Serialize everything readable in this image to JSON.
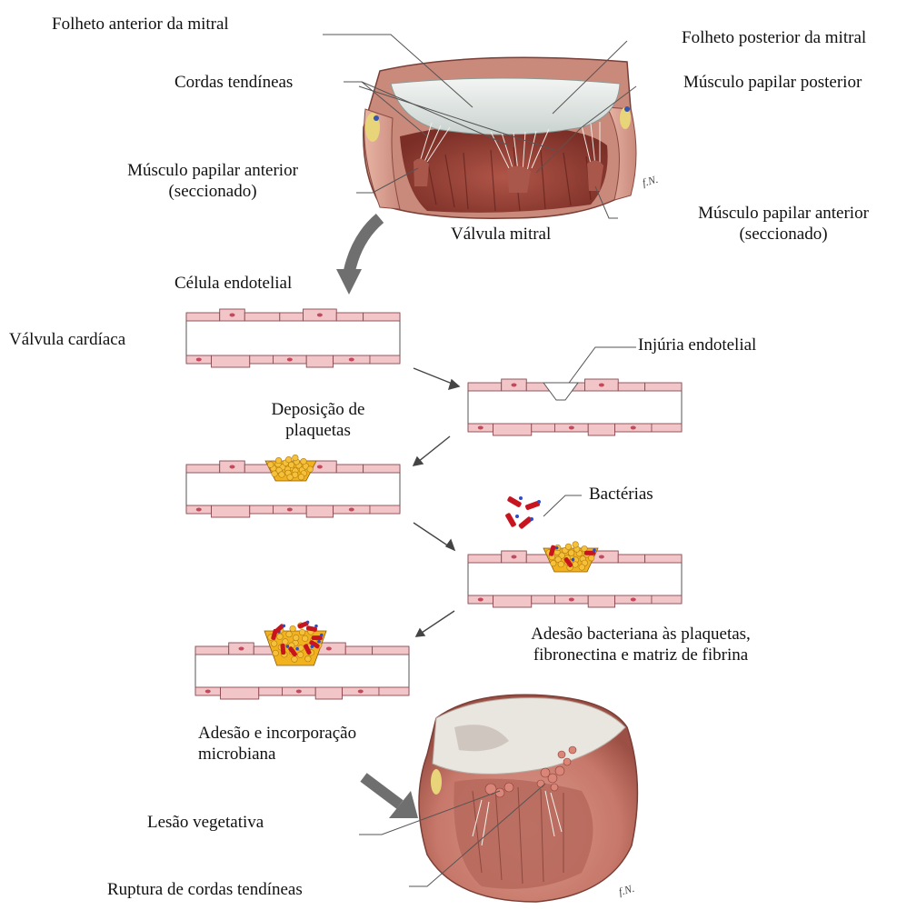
{
  "labels": {
    "anterior_leaflet": "Folheto anterior da mitral",
    "posterior_leaflet": "Folheto posterior da mitral",
    "chordae": "Cordas tendíneas",
    "post_papillary": "Músculo papilar posterior",
    "ant_papillary_left_1": "Músculo papilar anterior",
    "ant_papillary_left_2": "(seccionado)",
    "ant_papillary_right_1": "Músculo papilar anterior",
    "ant_papillary_right_2": "(seccionado)",
    "mitral_valve": "Válvula mitral",
    "endothelial_cell": "Célula endotelial",
    "heart_valve": "Válvula cardíaca",
    "endothelial_injury": "Injúria endotelial",
    "platelet_1": "Deposição de",
    "platelet_2": "plaquetas",
    "bacteria": "Bactérias",
    "adhesion_1": "Adesão bacteriana às plaquetas,",
    "adhesion_2": "fibronectina e matriz de fibrina",
    "microbial_1": "Adesão e incorporação",
    "microbial_2": "microbiana",
    "vegetative": "Lesão vegetativa",
    "rupture": "Ruptura de cordas tendíneas"
  },
  "colors": {
    "cell_fill": "#f2c6c8",
    "cell_stroke": "#8a4a52",
    "nucleus": "#c24a5c",
    "platelet": "#f2b21e",
    "bacteria": "#c8141e",
    "arrow_gray": "#6f6f6f",
    "tissue": "#c98a7c",
    "leaflet": "#e6ece8"
  }
}
